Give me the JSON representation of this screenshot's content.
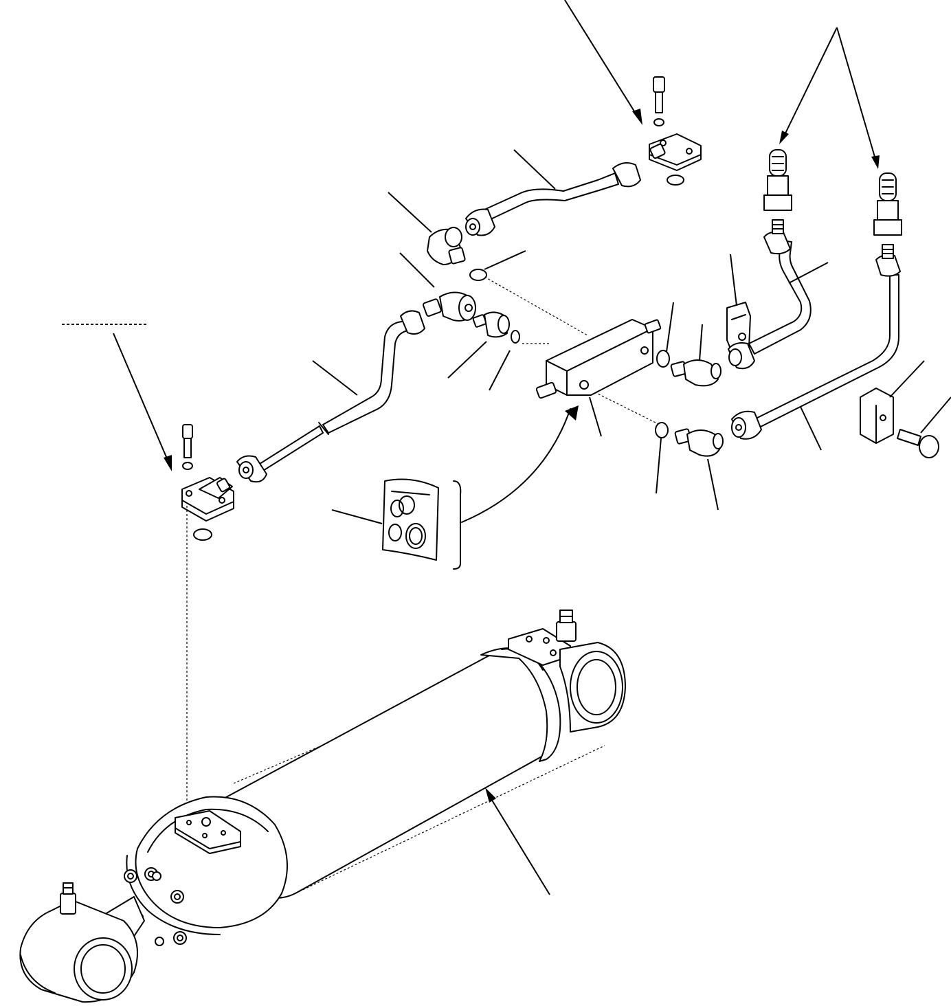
{
  "diagram": {
    "type": "exploded-parts-view",
    "background_color": "#ffffff",
    "line_color": "#000000",
    "parts": [
      {
        "id": "hydraulic-cylinder"
      },
      {
        "id": "rod-end-eye"
      },
      {
        "id": "head-end-eye"
      },
      {
        "id": "grease-fitting-rod"
      },
      {
        "id": "grease-fitting-head"
      },
      {
        "id": "flange-left"
      },
      {
        "id": "flange-right"
      },
      {
        "id": "cap-screw-left"
      },
      {
        "id": "cap-screw-right"
      },
      {
        "id": "o-ring-left"
      },
      {
        "id": "o-ring-right"
      },
      {
        "id": "tube-lower"
      },
      {
        "id": "tube-upper"
      },
      {
        "id": "elbow-upper"
      },
      {
        "id": "elbow-middle"
      },
      {
        "id": "adapter-middle"
      },
      {
        "id": "valve-block"
      },
      {
        "id": "elbow-right-upper"
      },
      {
        "id": "elbow-right-lower"
      },
      {
        "id": "tube-right-upper"
      },
      {
        "id": "tube-right-lower"
      },
      {
        "id": "hose-fitting-a"
      },
      {
        "id": "hose-fitting-b"
      },
      {
        "id": "clamp-bracket"
      },
      {
        "id": "clamp-block"
      },
      {
        "id": "clamp-bolt"
      },
      {
        "id": "seal-kit"
      }
    ],
    "callouts": []
  }
}
